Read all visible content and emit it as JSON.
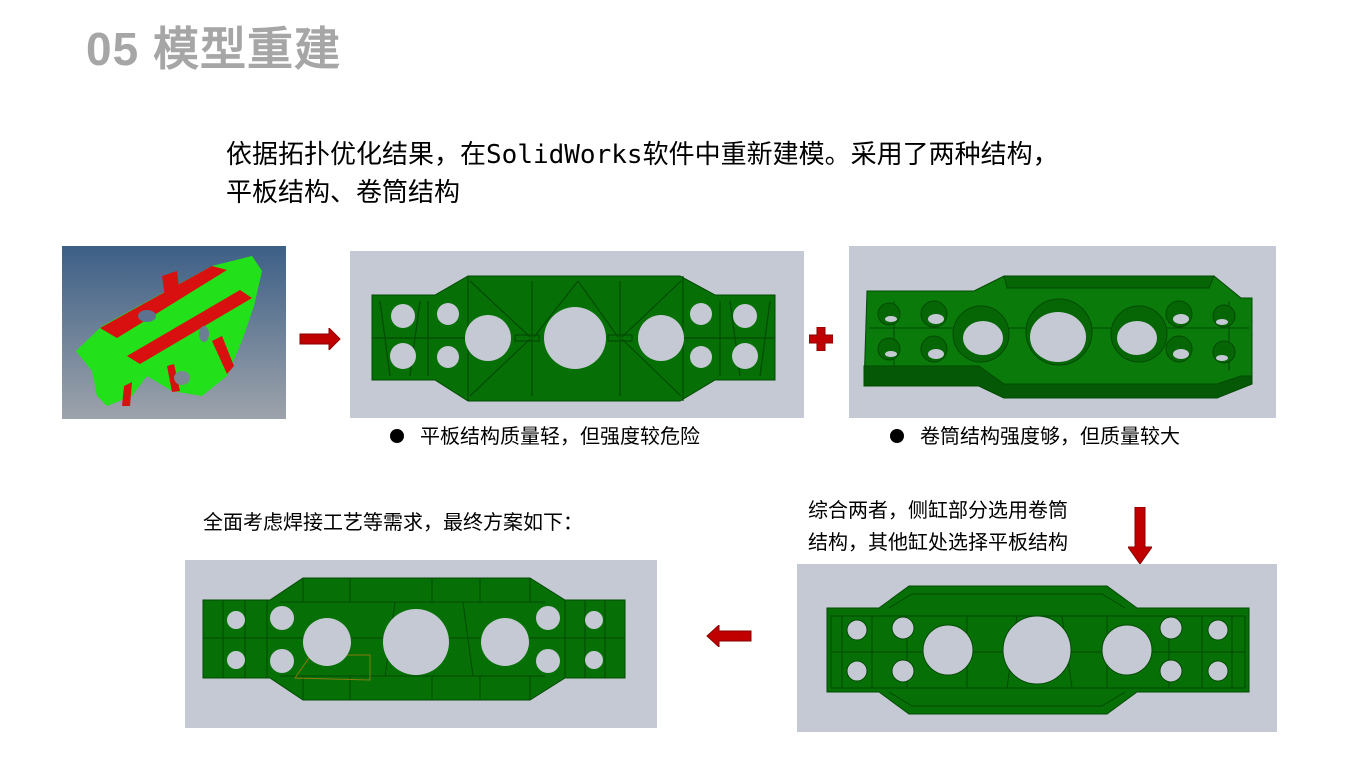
{
  "slide": {
    "title": "05 模型重建",
    "intro": {
      "line1_prefix": "依据拓扑优化结果，在",
      "line1_software": "SolidWorks",
      "line1_suffix": "软件中重新建模。采用了两种结构，",
      "line2": "平板结构、卷筒结构"
    }
  },
  "figures": {
    "topology_result": {
      "label": "拓扑优化结果"
    },
    "flat_plate_model": {
      "label": "平板结构模型"
    },
    "roll_tube_model": {
      "label": "卷筒结构模型"
    },
    "combined_model": {
      "label": "综合结构模型"
    },
    "final_model": {
      "label": "最终方案模型"
    }
  },
  "captions": {
    "flat_plate": "平板结构质量轻，但强度较危险",
    "roll_tube": "卷筒结构强度够，但质量较大"
  },
  "notes": {
    "final": "全面考虑焊接工艺等需求，最终方案如下：",
    "combined_line1": "综合两者，侧缸部分选用卷筒",
    "combined_line2": "结构，其他缸处选择平板结构"
  },
  "symbols": {
    "arrow_right": "arrow-right",
    "plus": "plus",
    "arrow_down": "arrow-down",
    "arrow_left": "arrow-left"
  },
  "colors": {
    "title_gray": "#a6a6a6",
    "panel_bg": "#c5c9d4",
    "part_green": "#067006",
    "arrow_red": "#c00000"
  }
}
